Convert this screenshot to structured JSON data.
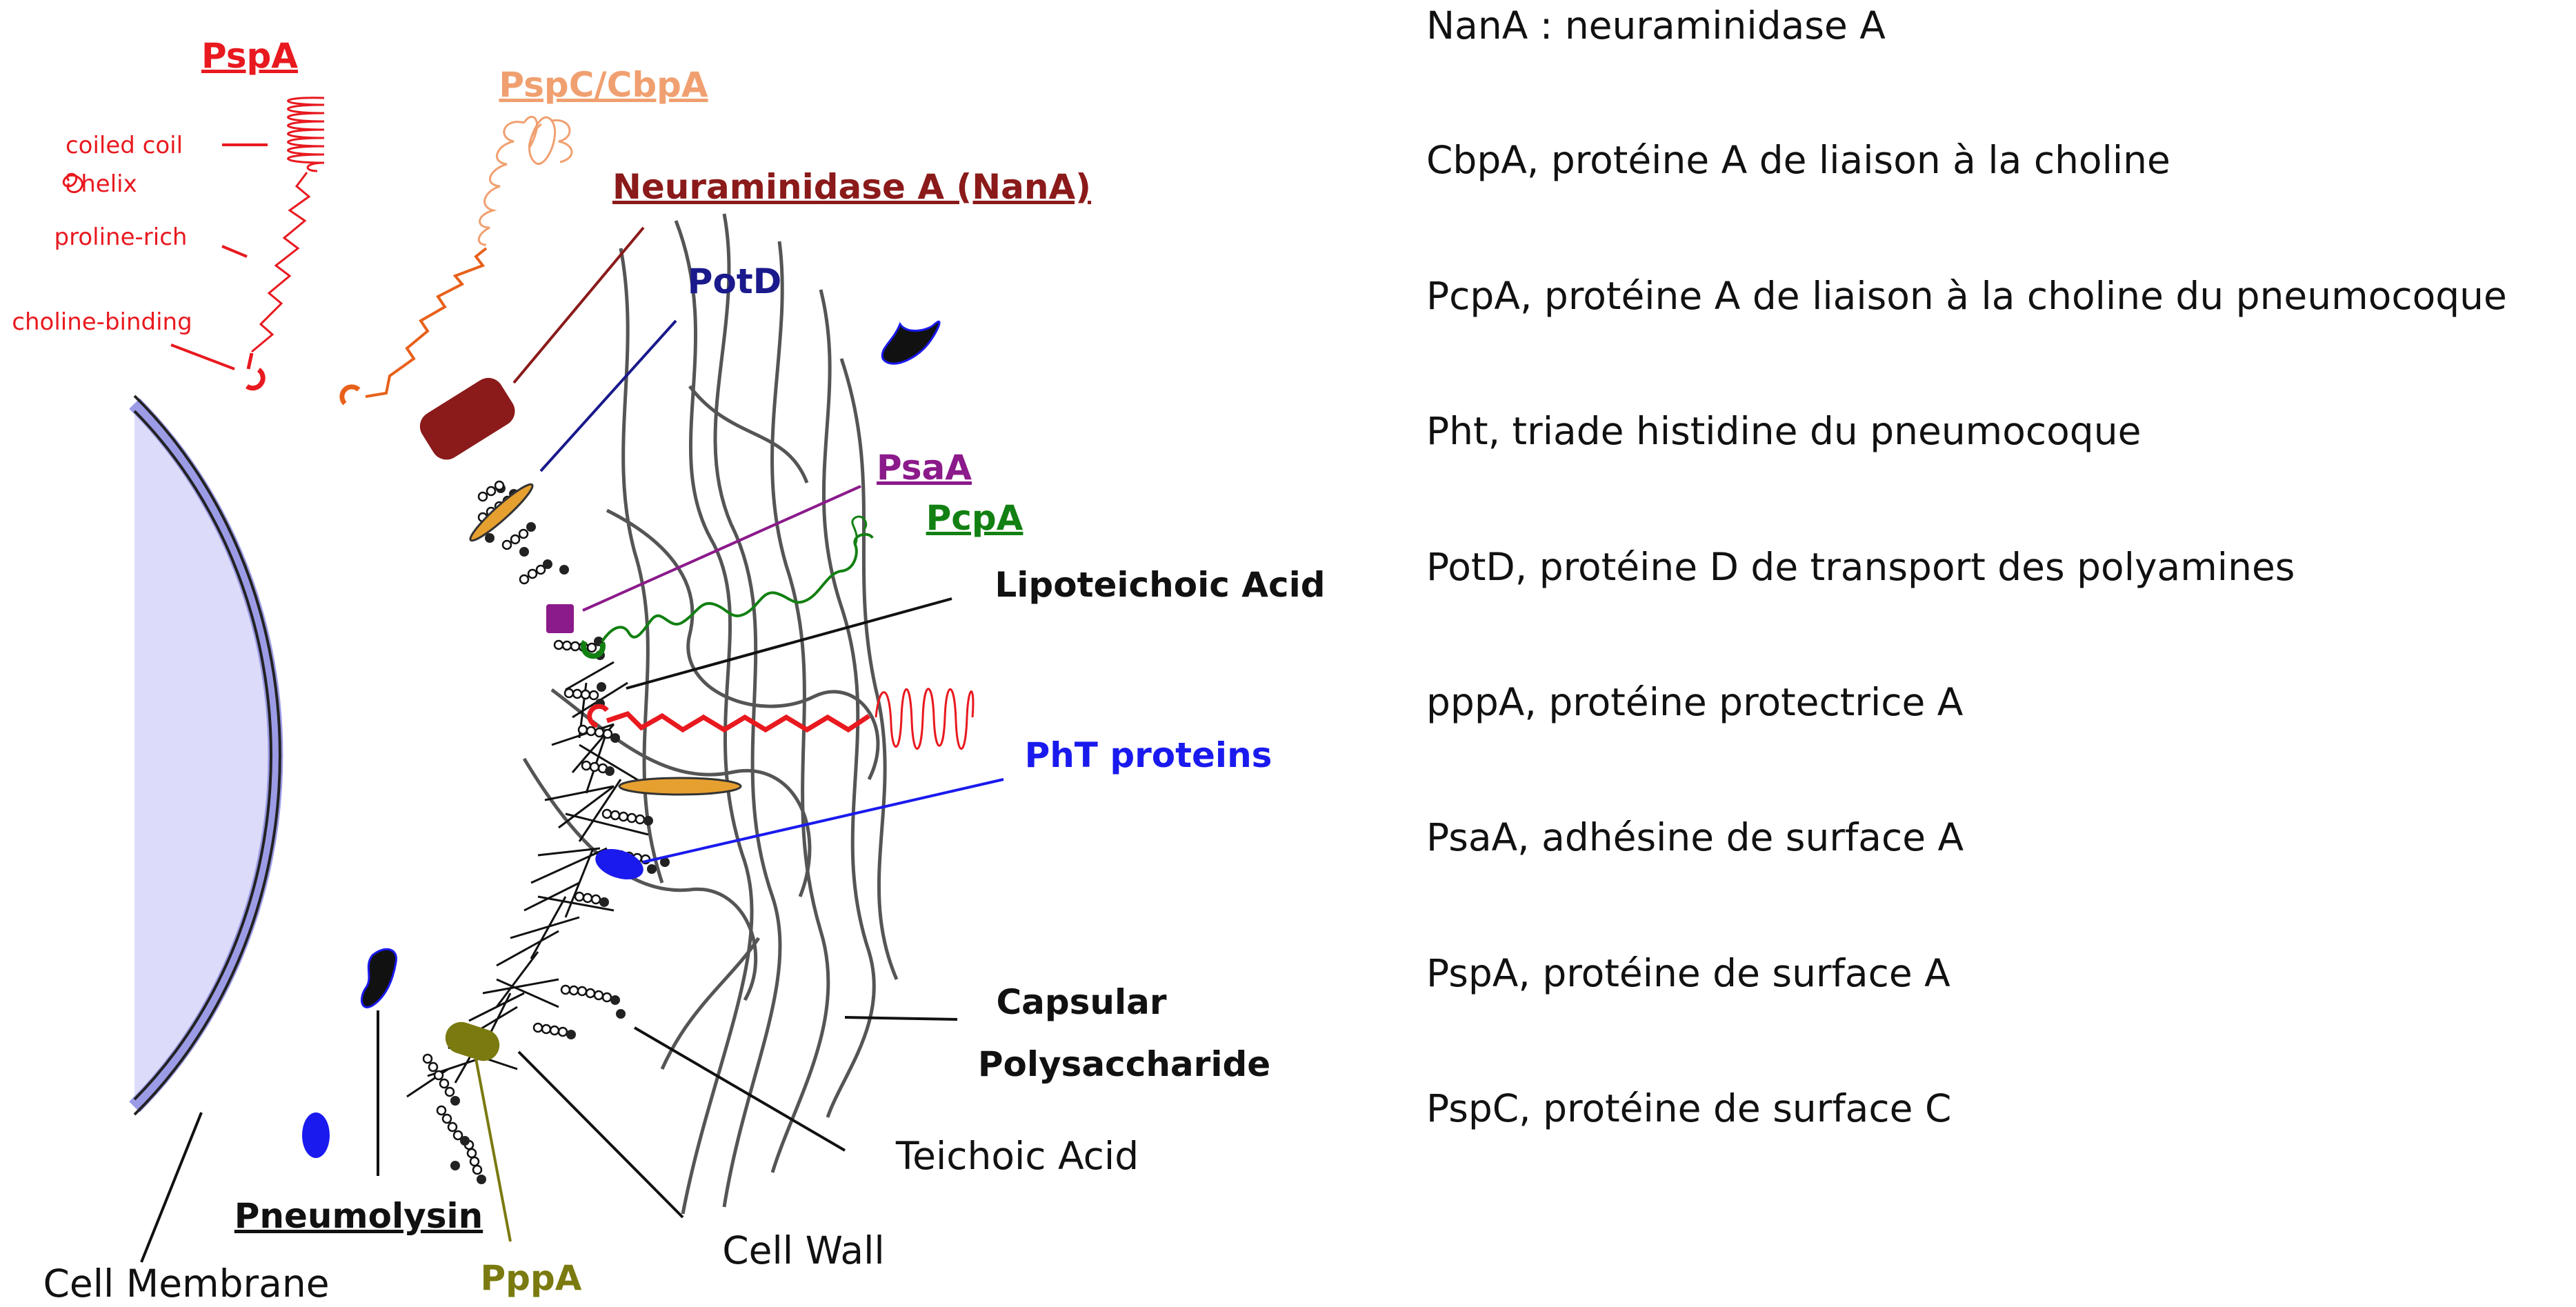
{
  "diagram": {
    "labels": {
      "pspa": "PspA",
      "coiled_coil": "coiled coil",
      "helix": "helix",
      "proline_rich": "proline-rich",
      "choline_binding": "choline-binding",
      "pspc": "PspC/CbpA",
      "nana": "Neuraminidase A (NanA)",
      "potd": "PotD",
      "psaa": "PsaA",
      "pcpa": "PcpA",
      "lta": "Lipoteichoic Acid",
      "pht": "PhT proteins",
      "capsular_1": "Capsular",
      "capsular_2": "Polysaccharide",
      "teichoic": "Teichoic Acid",
      "cell_wall": "Cell Wall",
      "pneumolysin": "Pneumolysin",
      "pppa": "PppA",
      "cell_membrane": "Cell Membrane"
    },
    "colors": {
      "pspa": "#e8191f",
      "pspc": "#f0a070",
      "pspc_stalk": "#e8601a",
      "nana": "#8b1a1a",
      "potd": "#1a1a8c",
      "psaa": "#8b1a8b",
      "pcpa": "#128012",
      "pht": "#1a1aee",
      "pppa": "#7a7a10",
      "cell_fill": "#dcdcfa",
      "membrane": "#9b9be6",
      "capsule": "#555555",
      "orange_protein": "#e6a030"
    }
  },
  "legend": [
    "NanA : neuraminidase A",
    "CbpA, protéine A de liaison à la choline",
    "PcpA, protéine A de liaison à la choline du pneumocoque",
    "Pht, triade histidine du pneumocoque",
    "PotD, protéine D de transport des polyamines",
    "pppA, protéine protectrice A",
    "PsaA, adhésine de surface A",
    "PspA, protéine de surface A",
    "PspC, protéine de surface C"
  ]
}
